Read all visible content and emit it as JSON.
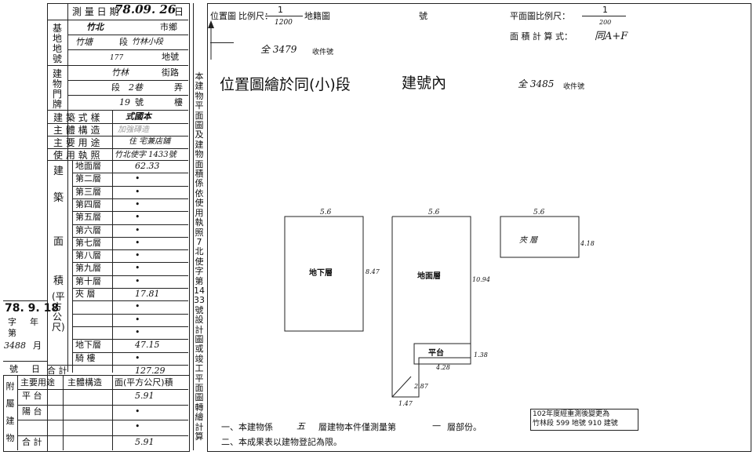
{
  "survey_date": {
    "label": "測 量 日 期",
    "value": "78.09. 26",
    "unit": "日"
  },
  "base_lot": {
    "label": "基地地號",
    "city": "市鄉",
    "city_val": "竹北",
    "section_val": "竹塘",
    "section_label": "段",
    "subsection": "竹林小段",
    "lot_val": "177",
    "lot_label": "地號"
  },
  "door": {
    "label": "建物門牌",
    "street_val": "竹林",
    "street_label": "街路",
    "sec_label": "段",
    "lane_val": "2巷",
    "lane_label": "弄",
    "no_val": "19",
    "no_label": "號",
    "floor_label": "樓"
  },
  "attrs": [
    {
      "label": "建 築 式 樣",
      "value": "式國本"
    },
    {
      "label": "主 體 構 造",
      "value": "加強磚造"
    },
    {
      "label": "主 要 用 途",
      "value": "住 宅兼店鋪"
    },
    {
      "label": "使 用 執 照",
      "value": "竹北使字 1433號"
    }
  ],
  "area_label": {
    "a": "建",
    "b": "築",
    "c": "面",
    "d": "積",
    "e": "(平方公尺)"
  },
  "floors": [
    {
      "name": "地面層",
      "value": "62.33"
    },
    {
      "name": "第二層",
      "value": "•"
    },
    {
      "name": "第三層",
      "value": "•"
    },
    {
      "name": "第四層",
      "value": "•"
    },
    {
      "name": "第五層",
      "value": "•"
    },
    {
      "name": "第六層",
      "value": "•"
    },
    {
      "name": "第七層",
      "value": "•"
    },
    {
      "name": "第八層",
      "value": "•"
    },
    {
      "name": "第九層",
      "value": "•"
    },
    {
      "name": "第十層",
      "value": "•"
    },
    {
      "name": "夾 層",
      "value": "17.81"
    },
    {
      "name": "",
      "value": "•"
    },
    {
      "name": "",
      "value": "•"
    },
    {
      "name": "",
      "value": "•"
    },
    {
      "name": "地下層",
      "value": "47.15"
    },
    {
      "name": "騎 樓",
      "value": "•"
    },
    {
      "name": "合 計",
      "value": "127.29"
    }
  ],
  "stamp": {
    "date": "78. 9. 18",
    "l1": "字",
    "l2": "年",
    "l3": "第",
    "no": "3488",
    "month": "月",
    "hao": "號",
    "ri": "日"
  },
  "attached": {
    "side": "附屬建物",
    "h_use": "主要用途",
    "h_struct": "主體構造",
    "h_area": "面(平方公尺)積",
    "rows": [
      {
        "use": "平 台",
        "value": "5.91"
      },
      {
        "use": "陽 台",
        "value": "•"
      },
      {
        "use": "",
        "value": "•"
      },
      {
        "use": "合 計",
        "value": "5.91"
      }
    ]
  },
  "mid_vertical": "本建物平面圖及建物面積係依使用執照7北使字第1433號設計圖或竣工平面圖轉繪計算",
  "right": {
    "pos_label": "位置圖",
    "scale_label": "比例尺：",
    "scale_num": "1",
    "scale_den": "1200",
    "cad_label": "地籍圖",
    "hao": "號",
    "plan_scale_label": "平面圖比例尺：",
    "plan_num": "1",
    "plan_den": "200",
    "formula_label": "面 積 計 算 式：",
    "formula_val": "同A+F",
    "receipt1": "全 3479",
    "receipt1_suffix": "收件號",
    "main_note": "位置圖繪於同(小)段",
    "main_note2": "建號內",
    "receipt2": "全 3485",
    "receipt2_suffix": "收件號"
  },
  "plans": {
    "b1_label": "地下層",
    "b1_w": "5.6",
    "b1_h": "8.47",
    "gf_label": "地面層",
    "gf_w": "5.6",
    "gf_h": "10.94",
    "pf_label": "平台",
    "pf_h": "1.38",
    "pf_w": "4.28",
    "small_a": "2.87",
    "small_b": "1.47",
    "mz_label": "夾 層",
    "mz_w": "5.6",
    "mz_h": "4.18"
  },
  "notes": {
    "n1a": "一、本建物係",
    "n1b": "五",
    "n1c": "層建物本件僅測量第",
    "n1d": "一",
    "n1e": "層部份。",
    "n2": "二、本成果表以建物登記為限。"
  },
  "stamp_box": {
    "l1": "102年度經重測後變更為",
    "l2": "竹林段 599 地號 910 建號"
  }
}
